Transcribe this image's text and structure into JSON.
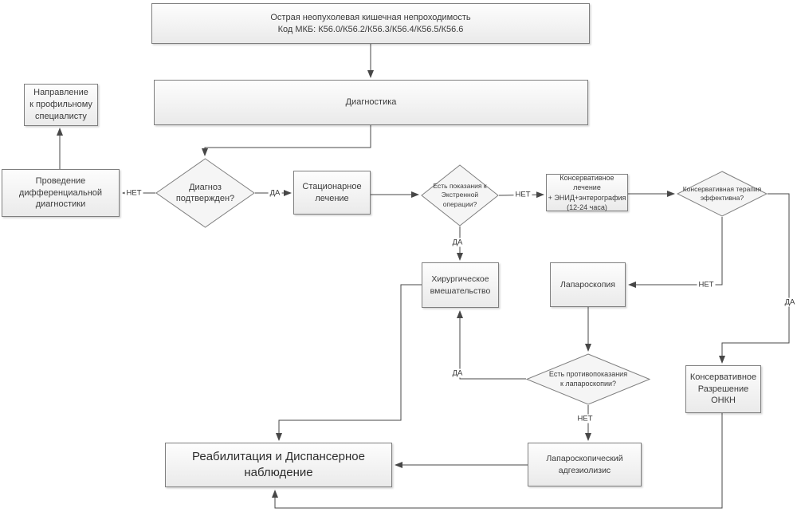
{
  "diagram": {
    "nodes": {
      "start": "Острая неопухолевая кишечная непроходимость\nКод МКБ: К56.0/К56.2/К56.3/К56.4/К56.5/К56.6",
      "diagnostics": "Диагностика",
      "referral": "Направление\nк профильному\nспециалисту",
      "diff_diagnostics": "Проведение\nдифференциальной\nдиагностики",
      "diagnosis_confirmed": "Диагноз\nподтвержден?",
      "inpatient": "Стационарное\nлечение",
      "emergency_indications": "Есть показания к\nЭкстренной\nоперации?",
      "conservative_treatment": "Консервативное лечение\n+ ЭНИД+энтерография\n(12-24 часа)",
      "conservative_effective": "Консервативная терапия\nэффективна?",
      "surgery": "Хирургическое\nвмешательство",
      "laparoscopy": "Лапароскопия",
      "contraindications": "Есть противопоказания\nк лапароскопии?",
      "conservative_resolution": "Консервативное\nРазрешение\nОНКН",
      "adhesiolysis": "Лапароскопический\nадгезиолизис",
      "rehabilitation": "Реабилитация и Диспансерное\nнаблюдение"
    },
    "edge_labels": {
      "diagnosis_no": "НЕТ",
      "diagnosis_yes": "ДА",
      "emergency_no": "НЕТ",
      "emergency_yes": "ДА",
      "effective_no": "НЕТ",
      "effective_yes": "ДА",
      "contra_yes": "ДА",
      "contra_no": "НЕТ"
    },
    "colors": {
      "node_border": "#7f7f7f",
      "node_fill": "#f5f5f5",
      "line": "#474747",
      "text": "#3b3b3b",
      "background": "#ffffff"
    }
  }
}
